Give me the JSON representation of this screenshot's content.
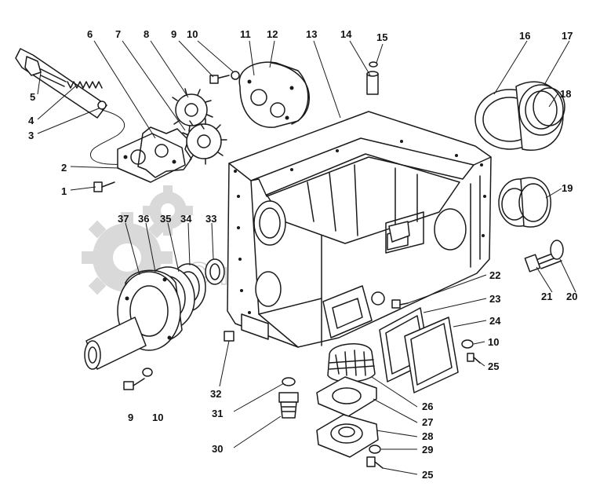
{
  "watermark": {
    "text": "СпецТехноМаш"
  },
  "callouts": [
    {
      "id": "5",
      "text": "5"
    },
    {
      "id": "4",
      "text": "4"
    },
    {
      "id": "3",
      "text": "3"
    },
    {
      "id": "2",
      "text": "2"
    },
    {
      "id": "1",
      "text": "1"
    },
    {
      "id": "6",
      "text": "6"
    },
    {
      "id": "7",
      "text": "7"
    },
    {
      "id": "8",
      "text": "8"
    },
    {
      "id": "9a",
      "text": "9"
    },
    {
      "id": "10a",
      "text": "10"
    },
    {
      "id": "11",
      "text": "11"
    },
    {
      "id": "12",
      "text": "12"
    },
    {
      "id": "13",
      "text": "13"
    },
    {
      "id": "14",
      "text": "14"
    },
    {
      "id": "15",
      "text": "15"
    },
    {
      "id": "16",
      "text": "16"
    },
    {
      "id": "17",
      "text": "17"
    },
    {
      "id": "18",
      "text": "18"
    },
    {
      "id": "19",
      "text": "19"
    },
    {
      "id": "21",
      "text": "21"
    },
    {
      "id": "20",
      "text": "20"
    },
    {
      "id": "22",
      "text": "22"
    },
    {
      "id": "23",
      "text": "23"
    },
    {
      "id": "24",
      "text": "24"
    },
    {
      "id": "10b",
      "text": "10"
    },
    {
      "id": "25a",
      "text": "25"
    },
    {
      "id": "37",
      "text": "37"
    },
    {
      "id": "36",
      "text": "36"
    },
    {
      "id": "35",
      "text": "35"
    },
    {
      "id": "34",
      "text": "34"
    },
    {
      "id": "33",
      "text": "33"
    },
    {
      "id": "32",
      "text": "32"
    },
    {
      "id": "31",
      "text": "31"
    },
    {
      "id": "30",
      "text": "30"
    },
    {
      "id": "9b",
      "text": "9"
    },
    {
      "id": "10c",
      "text": "10"
    },
    {
      "id": "26",
      "text": "26"
    },
    {
      "id": "27",
      "text": "27"
    },
    {
      "id": "28",
      "text": "28"
    },
    {
      "id": "29",
      "text": "29"
    },
    {
      "id": "25b",
      "text": "25"
    }
  ]
}
